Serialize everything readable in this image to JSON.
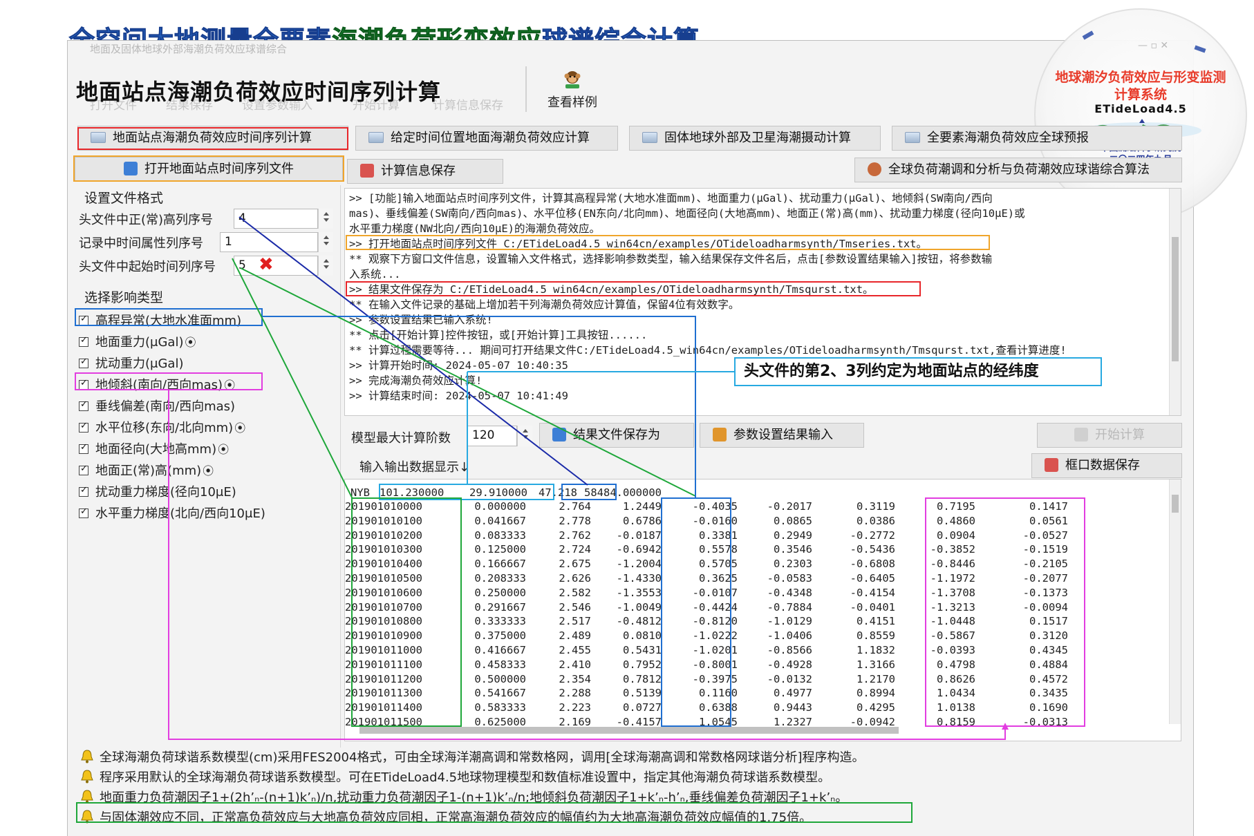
{
  "banner": {
    "title_part1": "全空间大地测量全要素",
    "title_part2": "海潮负荷形变效应",
    "title_part3": "球谱综合计算"
  },
  "window": {
    "ghost_title": "地面及固体地球外部海潮负荷效应球谱综合",
    "page_heading": "地面站点海潮负荷效应时间序列计算",
    "toolbar_ghost": [
      "打开文件",
      "结果保存",
      "设置参数输入",
      "开始计算",
      "计算信息保存"
    ],
    "toolbar_view_examples": "查看样例"
  },
  "logo": {
    "system_name": "地球潮汐负荷效应与形变监测计算系统",
    "version": "ETideLoad4.5",
    "institute": "中国测绘科学研究院",
    "date": "二〇二四年九月",
    "ghost_overlay": "全球预报"
  },
  "tabs": [
    {
      "label": "地面站点海潮负荷效应时间序列计算"
    },
    {
      "label": "给定时间位置地面海潮负荷效应计算"
    },
    {
      "label": "固体地球外部及卫星海潮摄动计算"
    },
    {
      "label": "全要素海潮负荷效应全球预报"
    }
  ],
  "buttons": {
    "open_series": "打开地面站点时间序列文件",
    "save_info": "计算信息保存",
    "global_algorithm": "全球负荷潮调和分析与负荷潮效应球谐综合算法",
    "save_result": "结果文件保存为",
    "param_input": "参数设置结果输入",
    "start_calc": "开始计算",
    "save_window": "框口数据保存"
  },
  "settings": {
    "group_title": "设置文件格式",
    "fields": [
      {
        "label": "头文件中正(常)高列序号",
        "value": "4"
      },
      {
        "label": "记录中时间属性列序号",
        "value": "1"
      },
      {
        "label": "头文件中起始时间列序号",
        "value": "5"
      }
    ]
  },
  "influence": {
    "group_title": "选择影响类型",
    "items": [
      {
        "label": "高程异常(大地水准面mm)",
        "dot": ""
      },
      {
        "label": "地面重力(μGal)",
        "dot": "⦿"
      },
      {
        "label": "扰动重力(μGal)",
        "dot": ""
      },
      {
        "label": "地倾斜(南向/西向mas)",
        "dot": "⦿"
      },
      {
        "label": "垂线偏差(南向/西向mas)",
        "dot": ""
      },
      {
        "label": "水平位移(东向/北向mm)",
        "dot": "⦿"
      },
      {
        "label": "地面径向(大地高mm)",
        "dot": "⦿"
      },
      {
        "label": "地面正(常)高(mm)",
        "dot": "⦿"
      },
      {
        "label": "扰动重力梯度(径向10μE)",
        "dot": ""
      },
      {
        "label": "水平重力梯度(北向/西向10μE)",
        "dot": ""
      }
    ]
  },
  "log": {
    "lines": [
      ">> [功能]输入地面站点时间序列文件，计算其高程异常(大地水准面mm)、地面重力(μGal)、扰动重力(μGal)、地倾斜(SW南向/西向",
      "mas)、垂线偏差(SW南向/西向mas)、水平位移(EN东向/北向mm)、地面径向(大地高mm)、地面正(常)高(mm)、扰动重力梯度(径向10μE)或",
      "水平重力梯度(NW北向/西向10μE)的海潮负荷效应。",
      ">> 打开地面站点时间序列文件 C:/ETideLoad4.5_win64cn/examples/OTideloadharmsynth/Tmseries.txt。",
      "  ** 观察下方窗口文件信息，设置输入文件格式，选择影响参数类型，输入结果保存文件名后，点击[参数设置结果输入]按钮，将参数输",
      "入系统...",
      ">> 结果文件保存为 C:/ETideLoad4.5_win64cn/examples/OTideloadharmsynth/Tmsqurst.txt。",
      "  ** 在输入文件记录的基础上增加若干列海潮负荷效应计算值，保留4位有效数字。",
      ">> 参数设置结果已输入系统!",
      "  ** 点击[开始计算]控件按钮，或[开始计算]工具按钮......",
      "  ** 计算过程需要等待... 期间可打开结果文件C:/ETideLoad4.5_win64cn/examples/OTideloadharmsynth/Tmsqurst.txt,查看计算进度!",
      ">> 计算开始时间: 2024-05-07 10:40:35",
      ">> 完成海潮负荷效应计算!",
      ">> 计算结束时间: 2024-05-07 10:41:49"
    ]
  },
  "callout": "头文件的第2、3列约定为地面站点的经纬度",
  "order": {
    "label": "模型最大计算阶数",
    "value": "120"
  },
  "io_label": "输入输出数据显示↓",
  "table": {
    "header": [
      "NYB",
      "101.230000",
      "29.910000",
      "47.218",
      "58484.000000"
    ],
    "rows": [
      [
        "201901010000",
        "0.000000",
        "2.764",
        "1.2449",
        "-0.4035",
        "-0.2017",
        "0.3119",
        "0.7195",
        "0.1417"
      ],
      [
        "201901010100",
        "0.041667",
        "2.778",
        "0.6786",
        "-0.0160",
        "0.0865",
        "0.0386",
        "0.4860",
        "0.0561"
      ],
      [
        "201901010200",
        "0.083333",
        "2.762",
        "-0.0187",
        "0.3381",
        "0.2949",
        "-0.2772",
        "0.0904",
        "-0.0527"
      ],
      [
        "201901010300",
        "0.125000",
        "2.724",
        "-0.6942",
        "0.5578",
        "0.3546",
        "-0.5436",
        "-0.3852",
        "-0.1519"
      ],
      [
        "201901010400",
        "0.166667",
        "2.675",
        "-1.2004",
        "0.5705",
        "0.2303",
        "-0.6808",
        "-0.8446",
        "-0.2105"
      ],
      [
        "201901010500",
        "0.208333",
        "2.626",
        "-1.4330",
        "0.3625",
        "-0.0583",
        "-0.6405",
        "-1.1972",
        "-0.2077"
      ],
      [
        "201901010600",
        "0.250000",
        "2.582",
        "-1.3553",
        "-0.0107",
        "-0.4348",
        "-0.4154",
        "-1.3708",
        "-0.1373"
      ],
      [
        "201901010700",
        "0.291667",
        "2.546",
        "-1.0049",
        "-0.4424",
        "-0.7884",
        "-0.0401",
        "-1.3213",
        "-0.0094"
      ],
      [
        "201901010800",
        "0.333333",
        "2.517",
        "-0.4812",
        "-0.8120",
        "-1.0129",
        "0.4151",
        "-1.0448",
        "0.1517"
      ],
      [
        "201901010900",
        "0.375000",
        "2.489",
        "0.0810",
        "-1.0222",
        "-1.0406",
        "0.8559",
        "-0.5867",
        "0.3120"
      ],
      [
        "201901011000",
        "0.416667",
        "2.455",
        "0.5431",
        "-1.0201",
        "-0.8566",
        "1.1832",
        "-0.0393",
        "0.4345"
      ],
      [
        "201901011100",
        "0.458333",
        "2.410",
        "0.7952",
        "-0.8001",
        "-0.4928",
        "1.3166",
        "0.4798",
        "0.4884"
      ],
      [
        "201901011200",
        "0.500000",
        "2.354",
        "0.7812",
        "-0.3975",
        "-0.0132",
        "1.2170",
        "0.8626",
        "0.4572"
      ],
      [
        "201901011300",
        "0.541667",
        "2.288",
        "0.5139",
        "0.1160",
        "0.4977",
        "0.8994",
        "1.0434",
        "0.3435"
      ],
      [
        "201901011400",
        "0.583333",
        "2.223",
        "0.0727",
        "0.6388",
        "0.9443",
        "0.4295",
        "1.0138",
        "0.1690"
      ],
      [
        "201901011500",
        "0.625000",
        "2.169",
        "-0.4157",
        "1.0545",
        "1.2327",
        "-0.0942",
        "0.8159",
        "-0.0313"
      ]
    ]
  },
  "notes": [
    "全球海潮负荷球谐系数模型(cm)采用FES2004格式，可由全球海洋潮高调和常数格网，调用[全球海潮高调和常数格网球谐分析]程序构造。",
    "程序采用默认的全球海潮负荷球谐系数模型。可在ETideLoad4.5地球物理模型和数值标准设置中，指定其他海潮负荷球谐系数模型。",
    "地面重力负荷潮因子1+(2h’ₙ-(n+1)k’ₙ)/n,扰动重力负荷潮因子1-(n+1)k’ₙ/n;地倾斜负荷潮因子1+k’ₙ-h’ₙ,垂线偏差负荷潮因子1+k’ₙ。",
    "与固体潮效应不同，正常高负荷效应与大地高负荷效应同相，正常高海潮负荷效应的幅值约为大地高海潮负荷效应幅值的1.75倍。"
  ],
  "colors": {
    "red": "#e8262a",
    "orange": "#f0a52b",
    "blue": "#1f6fd1",
    "magenta": "#e23de0",
    "green": "#1ea73a",
    "cyan": "#27a9e1",
    "navy": "#1a2aa8"
  }
}
